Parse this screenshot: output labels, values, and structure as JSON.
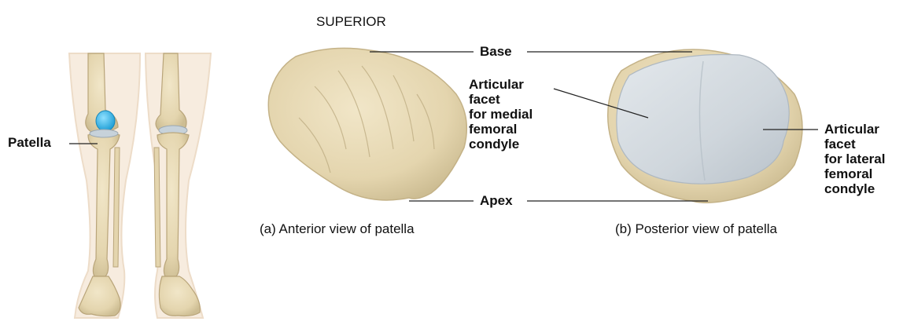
{
  "figure": {
    "orientation_label": "SUPERIOR",
    "legs_label": "Patella",
    "anterior": {
      "caption": "(a) Anterior view of patella",
      "base_label": "Base",
      "apex_label": "Apex"
    },
    "posterior": {
      "caption": "(b) Posterior view of patella",
      "medial_facet_lines": [
        "Articular",
        "facet",
        "for medial",
        "femoral",
        "condyle"
      ],
      "lateral_facet_lines": [
        "Articular",
        "facet",
        "for lateral",
        "femoral",
        "condyle"
      ]
    },
    "colors": {
      "bone": "#e9dcb9",
      "bone_shadow": "#cdbd93",
      "patella_highlight": "#3bb6e8",
      "cartilage": "#d2d9df",
      "leader_line": "#222222",
      "skin_outline": "#f3e3d2"
    }
  }
}
